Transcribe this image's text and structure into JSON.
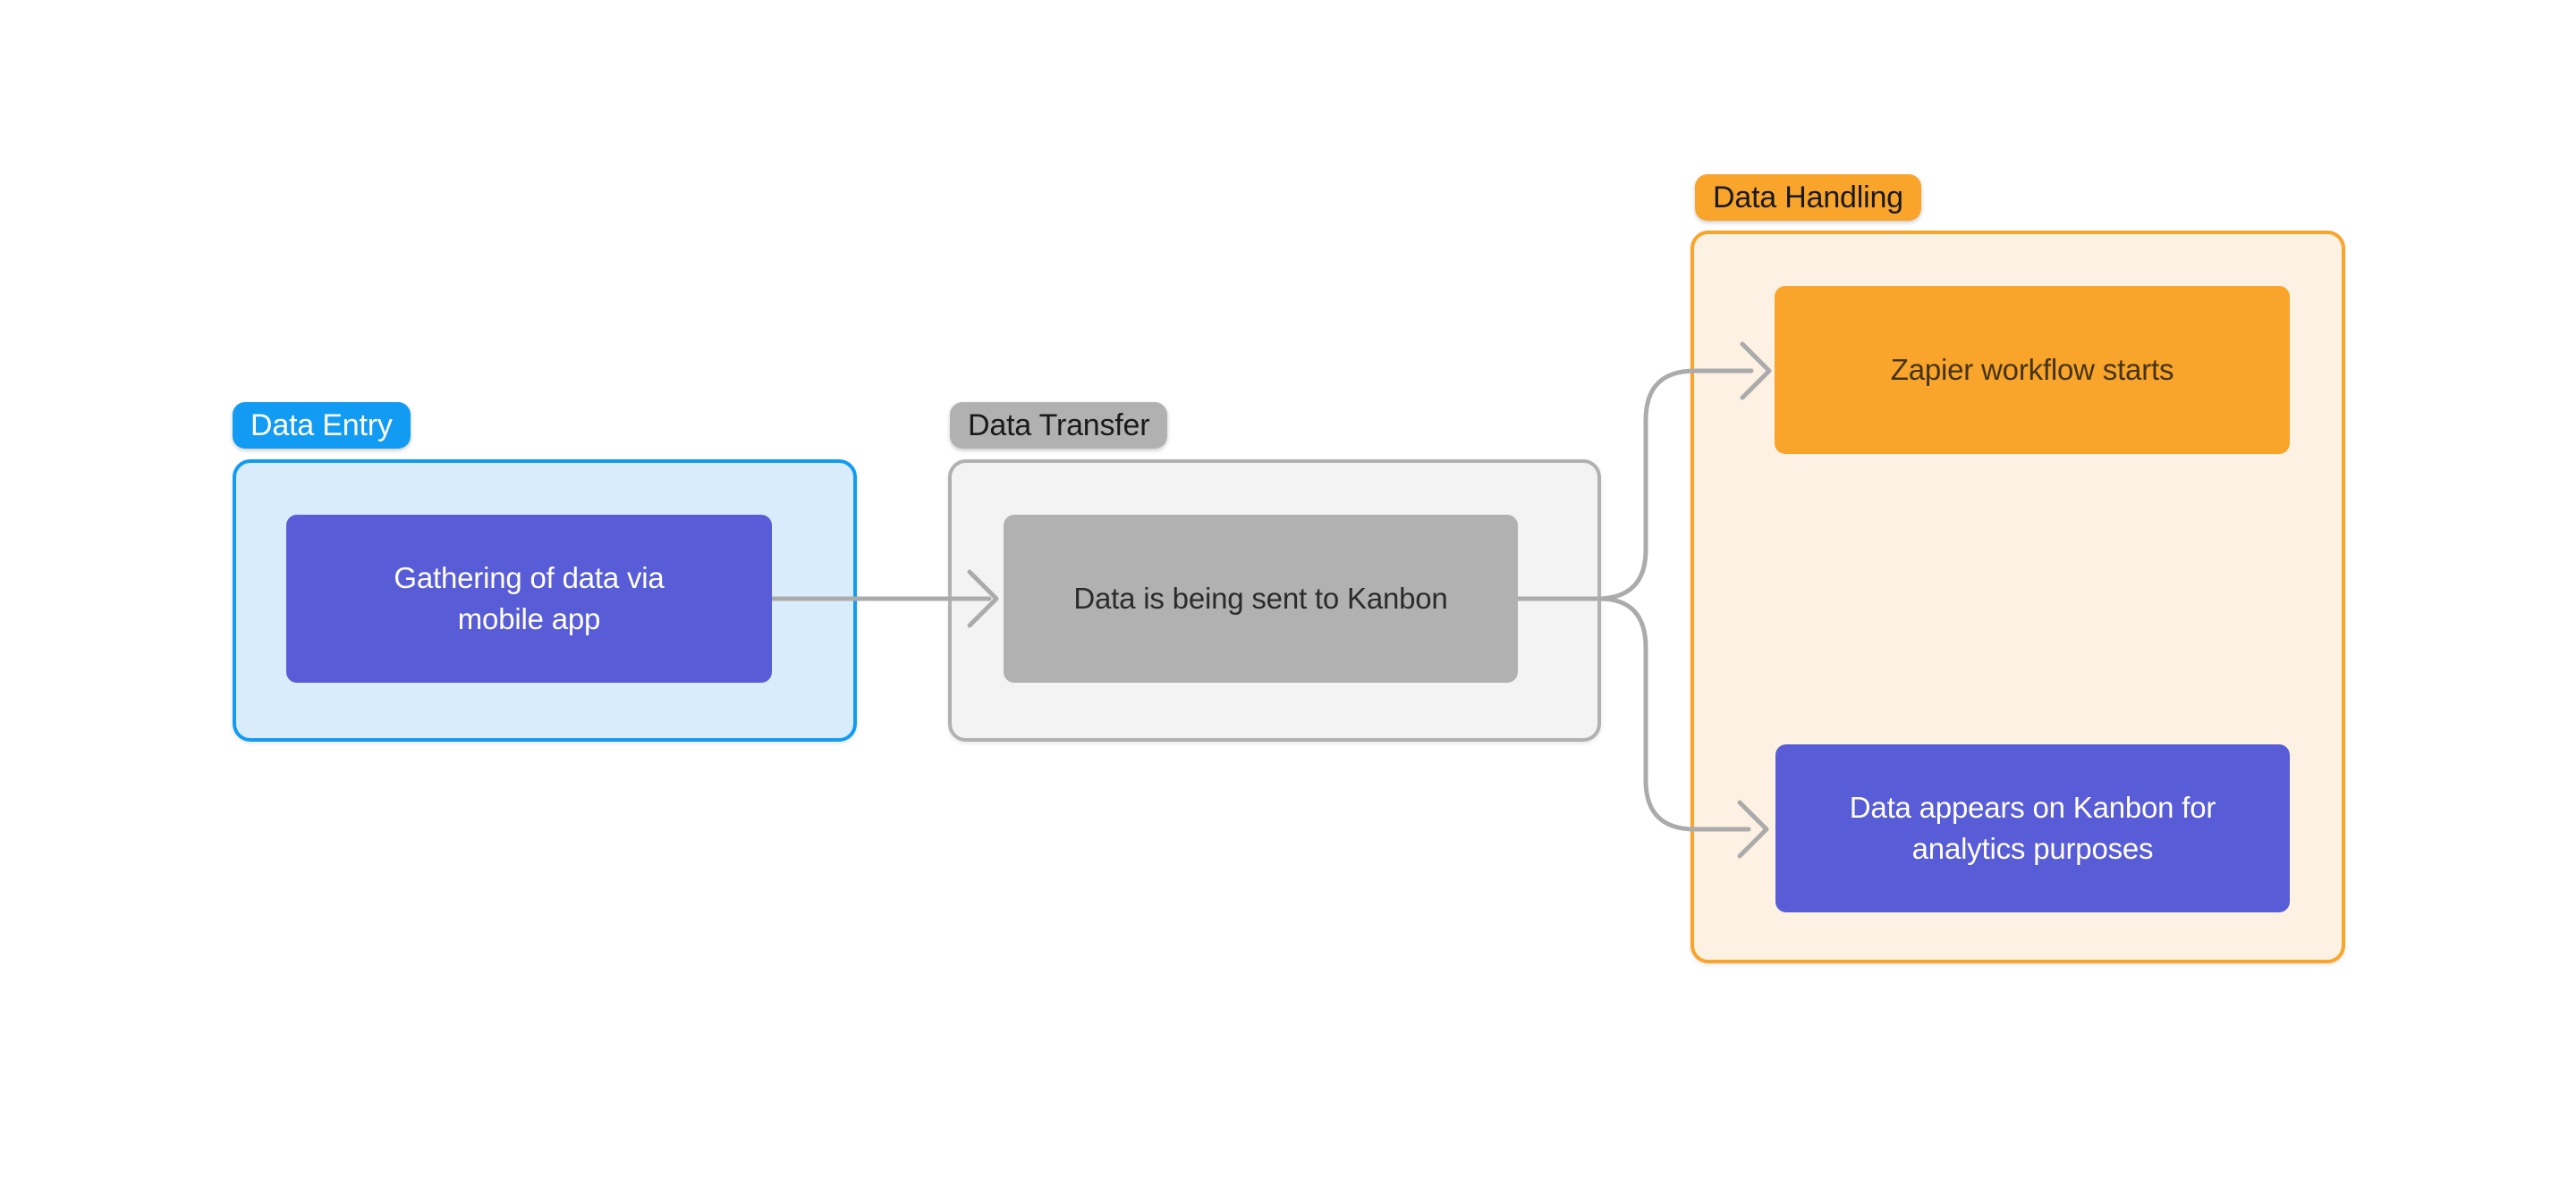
{
  "canvas": {
    "background": "#FFFFFF"
  },
  "groups": [
    {
      "id": "data-entry",
      "label": "Data Entry",
      "colors": {
        "badge_bg": "#129BF3",
        "badge_text": "#FFFFFF",
        "container_fill": "#D9ECFB",
        "container_border": "#129BF3"
      },
      "nodes": [
        {
          "id": "gathering",
          "text": "Gathering of data via\nmobile app",
          "fill": "#585CD6",
          "text_color": "#FFFFFF"
        }
      ]
    },
    {
      "id": "data-transfer",
      "label": "Data Transfer",
      "colors": {
        "badge_bg": "#B1B1B1",
        "badge_text": "#1A1A1A",
        "container_fill": "#F3F3F3",
        "container_border": "#B1B1B1"
      },
      "nodes": [
        {
          "id": "sending",
          "text": "Data is being sent to Kanbon",
          "fill": "#B1B1B1",
          "text_color": "#2B2B2B"
        }
      ]
    },
    {
      "id": "data-handling",
      "label": "Data Handling",
      "colors": {
        "badge_bg": "#F9A42A",
        "badge_text": "#1A1A1A",
        "container_fill": "#FCF1E2",
        "container_border": "#F9A42A"
      },
      "nodes": [
        {
          "id": "zapier",
          "text": "Zapier workflow starts",
          "fill": "#F9A42A",
          "text_color": "#453413"
        },
        {
          "id": "kanbon-analytics",
          "text": "Data appears on Kanbon for\nanalytics purposes",
          "fill": "#585CD6",
          "text_color": "#FFFFFF"
        }
      ]
    }
  ],
  "connectors": {
    "style": {
      "color": "#ABABAB",
      "stroke_width": 5,
      "arrowhead": "open-chevron"
    },
    "edges": [
      {
        "from": "gathering",
        "to": "sending"
      },
      {
        "from": "sending",
        "to": "zapier"
      },
      {
        "from": "sending",
        "to": "kanbon-analytics"
      }
    ]
  }
}
